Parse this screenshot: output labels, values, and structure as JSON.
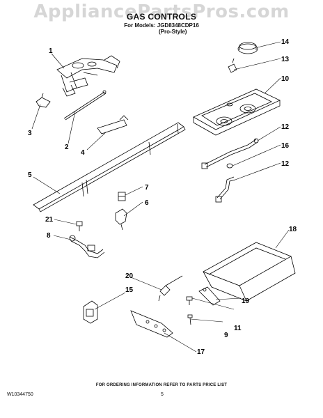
{
  "watermark": "AppliancePartsPros.com",
  "title": "GAS CONTROLS",
  "subtitle_line1": "For Models: JGD8348CDP16",
  "subtitle_line2": "(Pro-Style)",
  "footer_note": "FOR ORDERING INFORMATION REFER TO PARTS PRICE LIST",
  "document_number": "W10344750",
  "page_number": "5",
  "callouts": [
    "1",
    "2",
    "3",
    "4",
    "5",
    "6",
    "7",
    "8",
    "9",
    "10",
    "11",
    "12",
    "12",
    "13",
    "14",
    "15",
    "16",
    "17",
    "18",
    "19",
    "20",
    "21"
  ]
}
